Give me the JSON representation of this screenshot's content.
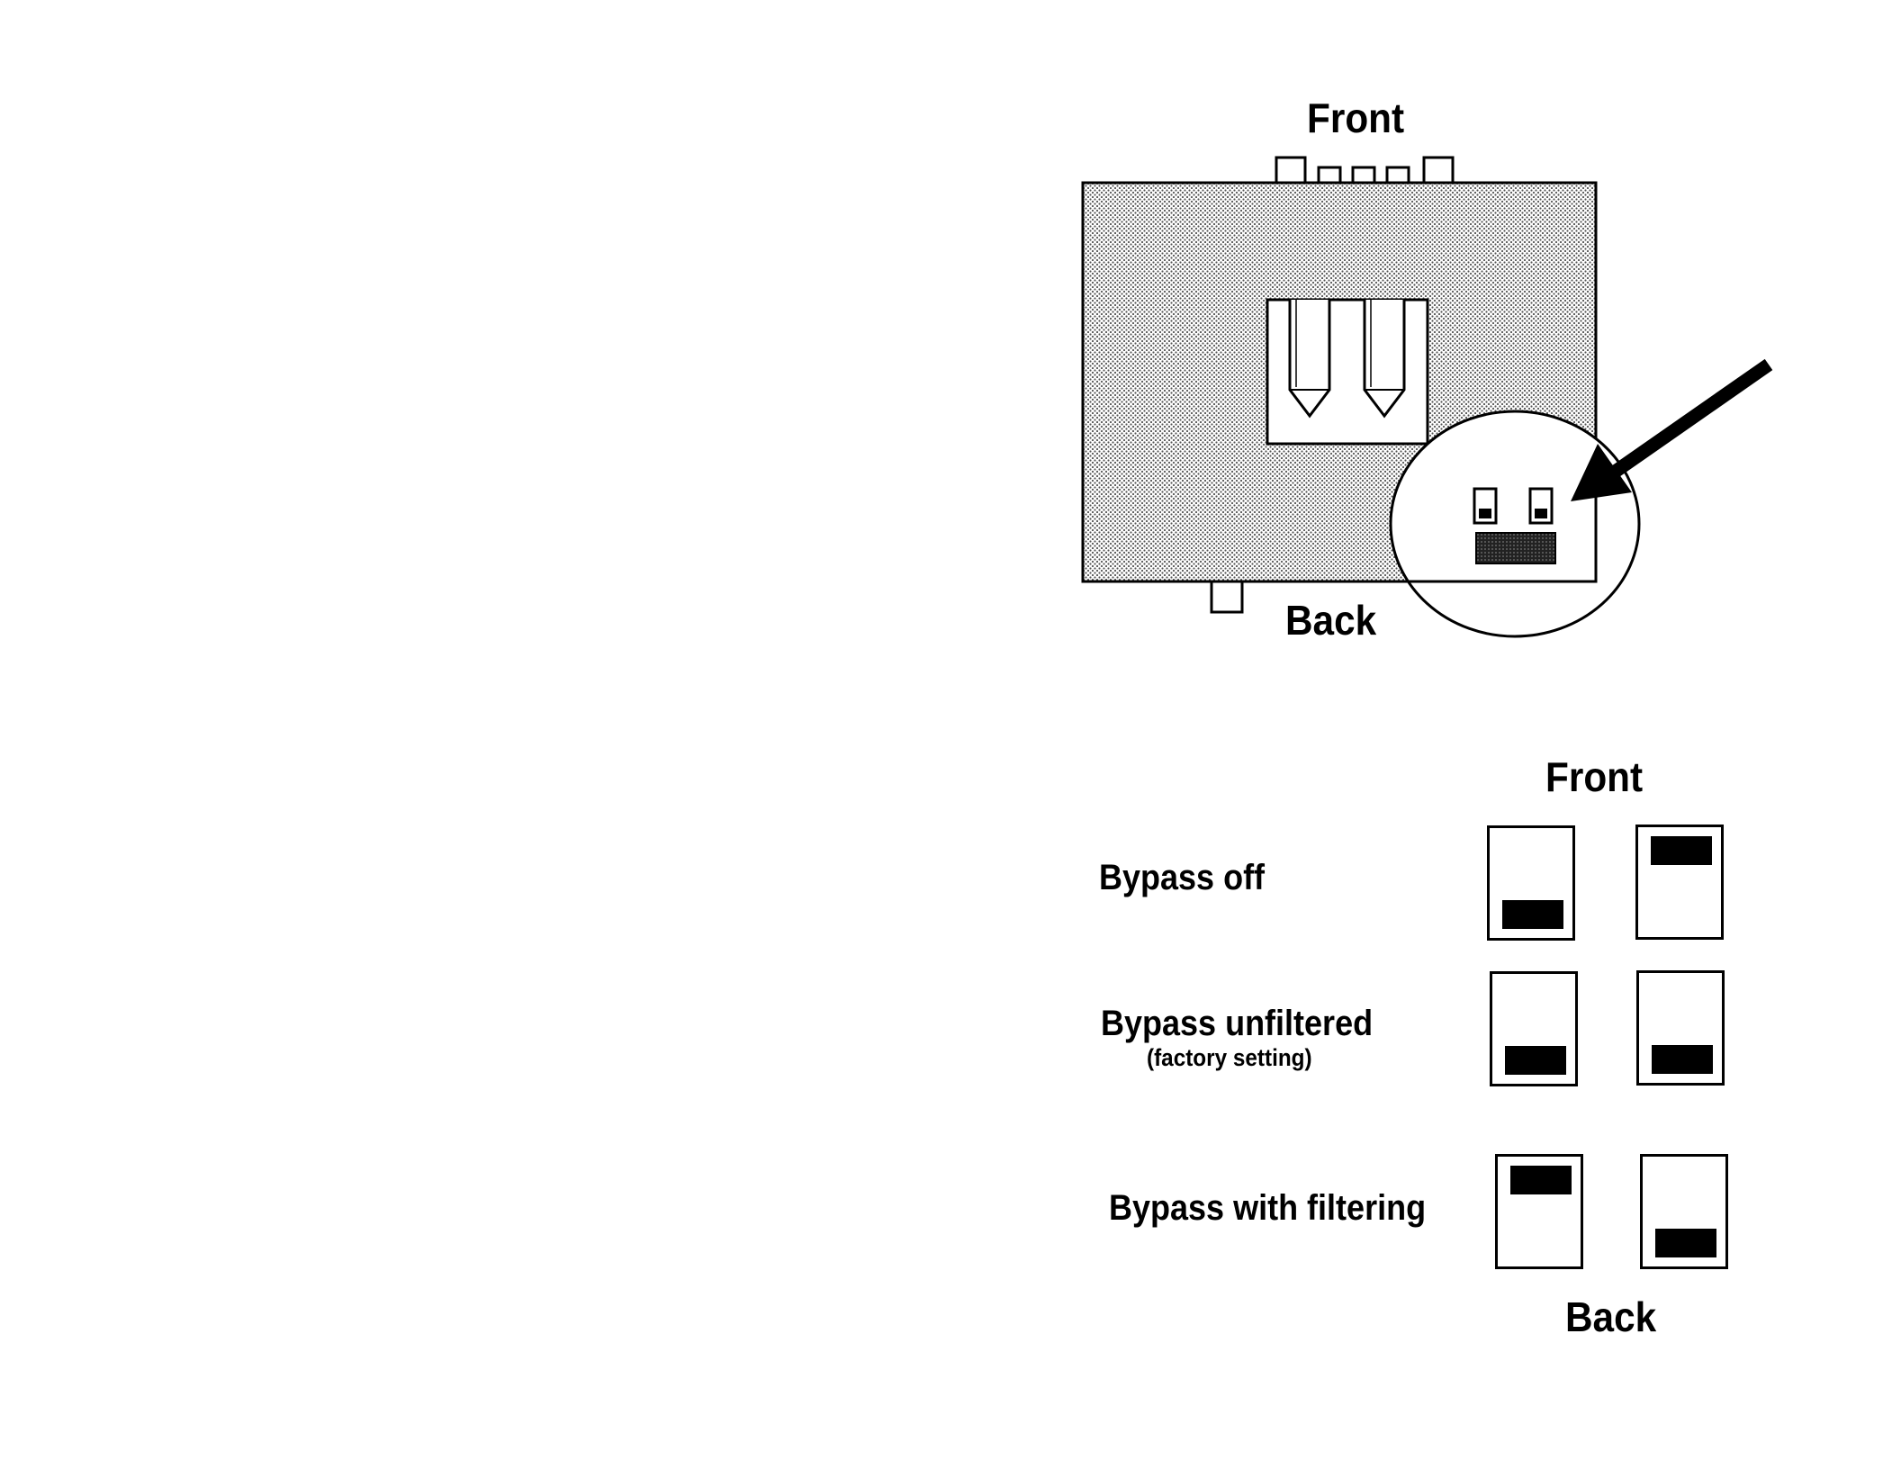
{
  "top_diagram": {
    "front_label": "Front",
    "back_label": "Back"
  },
  "switch_table": {
    "front_label": "Front",
    "back_label": "Back",
    "rows": [
      {
        "label": "Bypass off",
        "note": "",
        "left_switch": "down",
        "right_switch": "up"
      },
      {
        "label": "Bypass unfiltered",
        "note": "(factory setting)",
        "left_switch": "down",
        "right_switch": "down"
      },
      {
        "label": "Bypass with filtering",
        "note": "",
        "left_switch": "up",
        "right_switch": "down"
      }
    ]
  }
}
